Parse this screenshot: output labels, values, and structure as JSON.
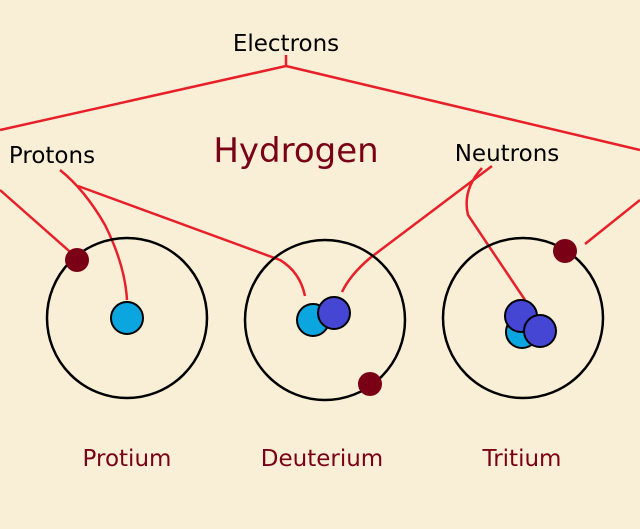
{
  "title": "Hydrogen",
  "labels": {
    "electrons": "Electrons",
    "protons": "Protons",
    "neutrons": "Neutrons"
  },
  "isotopes": [
    {
      "name": "Protium",
      "protons": 1,
      "neutrons": 0,
      "electrons": 1
    },
    {
      "name": "Deuterium",
      "protons": 1,
      "neutrons": 1,
      "electrons": 1
    },
    {
      "name": "Tritium",
      "protons": 1,
      "neutrons": 2,
      "electrons": 1
    }
  ],
  "colors": {
    "background": "#f8efd6",
    "proton": "#0ba5e0",
    "neutron": "#4646d4",
    "electron": "#7a0016",
    "leader": "#e8202a",
    "title": "#7a0016"
  }
}
